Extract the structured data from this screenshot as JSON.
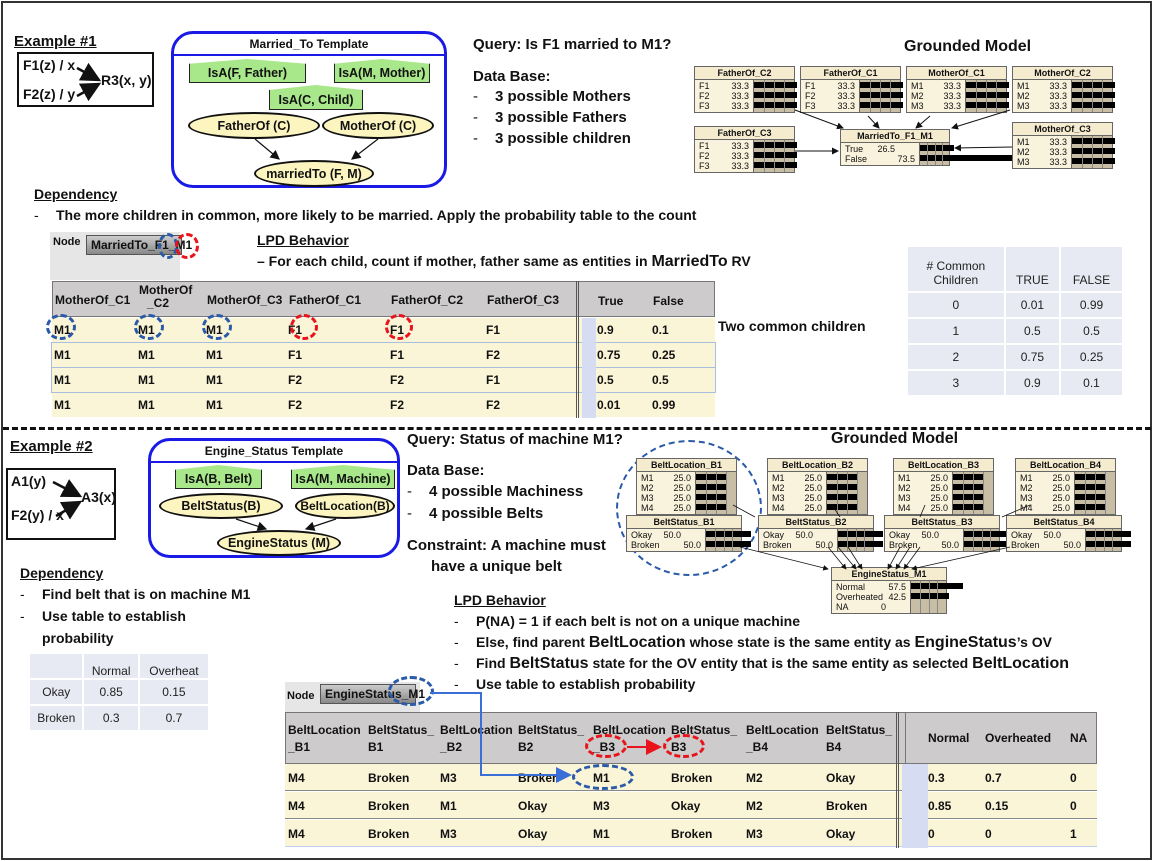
{
  "example1": {
    "heading": "Example #1",
    "formula": {
      "line1": "F1(z) / x",
      "line2": "F2(z) / y",
      "result": "R3(x, y)"
    },
    "template": {
      "title": "Married_To Template",
      "isa": [
        "IsA(F, Father)",
        "IsA(M, Mother)",
        "IsA(C, Child)"
      ],
      "nodes": [
        "FatherOf (C)",
        "MotherOf (C)",
        "marriedTo (F, M)"
      ]
    },
    "query": "Query:  Is F1 married to M1?",
    "database": {
      "title": "Data Base:",
      "items": [
        "3 possible Mothers",
        "3 possible Fathers",
        "3 possible children"
      ]
    },
    "grounded": {
      "title": "Grounded Model",
      "nodes": [
        {
          "name": "FatherOf_C2",
          "states": [
            [
              "F1",
              "33.3",
              0.333
            ],
            [
              "F2",
              "33.3",
              0.333
            ],
            [
              "F3",
              "33.3",
              0.333
            ]
          ]
        },
        {
          "name": "FatherOf_C1",
          "states": [
            [
              "F1",
              "33.3",
              0.333
            ],
            [
              "F2",
              "33.3",
              0.333
            ],
            [
              "F3",
              "33.3",
              0.333
            ]
          ]
        },
        {
          "name": "MotherOf_C1",
          "states": [
            [
              "M1",
              "33.3",
              0.333
            ],
            [
              "M2",
              "33.3",
              0.333
            ],
            [
              "M3",
              "33.3",
              0.333
            ]
          ]
        },
        {
          "name": "MotherOf_C2",
          "states": [
            [
              "M1",
              "33.3",
              0.333
            ],
            [
              "M2",
              "33.3",
              0.333
            ],
            [
              "M3",
              "33.3",
              0.333
            ]
          ]
        },
        {
          "name": "FatherOf_C3",
          "states": [
            [
              "F1",
              "33.3",
              0.333
            ],
            [
              "F2",
              "33.3",
              0.333
            ],
            [
              "F3",
              "33.3",
              0.333
            ]
          ]
        },
        {
          "name": "MarriedTo_F1_M1",
          "states": [
            [
              "True",
              "26.5",
              0.265
            ],
            [
              "False",
              "73.5",
              0.735
            ]
          ]
        },
        {
          "name": "MotherOf_C3",
          "states": [
            [
              "M1",
              "33.3",
              0.333
            ],
            [
              "M2",
              "33.3",
              0.333
            ],
            [
              "M3",
              "33.3",
              0.333
            ]
          ]
        }
      ]
    },
    "dependency": {
      "heading": "Dependency",
      "text": "The more children in common, more likely to be married.   Apply the probability table to the count"
    },
    "node_label": "Node",
    "node_button": "MarriedTo_F1_M1",
    "node_button_parts": [
      "MarriedTo",
      "F1",
      "M1"
    ],
    "lpd": {
      "heading": "LPD Behavior",
      "text_prefix": "– For each child, count if mother, father same as entities in ",
      "text_emph": "MarriedTo",
      "text_suffix": " RV",
      "columns": [
        "MotherOf_C1",
        "MotherOf\n_C2",
        "MotherOf_C3",
        "FatherOf_C1",
        "FatherOf_C2",
        "FatherOf_C3"
      ],
      "col_c2_line1": "MotherOf",
      "col_c2_line2": "_C2",
      "prob_columns": [
        "True",
        "False"
      ],
      "rows": [
        {
          "cells": [
            "M1",
            "M1",
            "M1",
            "F1",
            "F1",
            "F1"
          ],
          "probs": [
            "0.9",
            "0.1"
          ]
        },
        {
          "cells": [
            "M1",
            "M1",
            "M1",
            "F1",
            "F1",
            "F2"
          ],
          "probs": [
            "0.75",
            "0.25"
          ]
        },
        {
          "cells": [
            "M1",
            "M1",
            "M1",
            "F2",
            "F2",
            "F1"
          ],
          "probs": [
            "0.5",
            "0.5"
          ]
        },
        {
          "cells": [
            "M1",
            "M1",
            "M1",
            "F2",
            "F2",
            "F2"
          ],
          "probs": [
            "0.01",
            "0.99"
          ]
        }
      ],
      "annotation": "Two common children"
    },
    "count_table": {
      "headers": [
        "# Common\nChildren",
        "TRUE",
        "FALSE"
      ],
      "header_line1": "# Common",
      "header_line2": "Children",
      "rows": [
        [
          "0",
          "0.01",
          "0.99"
        ],
        [
          "1",
          "0.5",
          "0.5"
        ],
        [
          "2",
          "0.75",
          "0.25"
        ],
        [
          "3",
          "0.9",
          "0.1"
        ]
      ]
    }
  },
  "example2": {
    "heading": "Example #2",
    "formula": {
      "line1": "A1(y)",
      "line2": "F2(y) / x",
      "result": "A3(x)"
    },
    "template": {
      "title": "Engine_Status Template",
      "isa": [
        "IsA(B, Belt)",
        "IsA(M, Machine)"
      ],
      "nodes": [
        "BeltStatus(B)",
        "BeltLocation(B)",
        "EngineStatus (M)"
      ]
    },
    "query": "Query:  Status of machine M1?",
    "database": {
      "title": "Data Base:",
      "items": [
        "4 possible Machiness",
        "4 possible Belts"
      ]
    },
    "constraint": {
      "line1": "Constraint:  A machine must",
      "line2": "have a unique belt"
    },
    "grounded": {
      "title": "Grounded Model",
      "locations": [
        {
          "name": "BeltLocation_B1",
          "states": [
            [
              "M1",
              "25.0",
              0.25
            ],
            [
              "M2",
              "25.0",
              0.25
            ],
            [
              "M3",
              "25.0",
              0.25
            ],
            [
              "M4",
              "25.0",
              0.25
            ]
          ]
        },
        {
          "name": "BeltLocation_B2",
          "states": [
            [
              "M1",
              "25.0",
              0.25
            ],
            [
              "M2",
              "25.0",
              0.25
            ],
            [
              "M3",
              "25.0",
              0.25
            ],
            [
              "M4",
              "25.0",
              0.25
            ]
          ]
        },
        {
          "name": "BeltLocation_B3",
          "states": [
            [
              "M1",
              "25.0",
              0.25
            ],
            [
              "M2",
              "25.0",
              0.25
            ],
            [
              "M3",
              "25.0",
              0.25
            ],
            [
              "M4",
              "25.0",
              0.25
            ]
          ]
        },
        {
          "name": "BeltLocation_B4",
          "states": [
            [
              "M1",
              "25.0",
              0.25
            ],
            [
              "M2",
              "25.0",
              0.25
            ],
            [
              "M3",
              "25.0",
              0.25
            ],
            [
              "M4",
              "25.0",
              0.25
            ]
          ]
        }
      ],
      "statuses": [
        {
          "name": "BeltStatus_B1",
          "states": [
            [
              "Okay",
              "50.0",
              0.5
            ],
            [
              "Broken",
              "50.0",
              0.5
            ]
          ]
        },
        {
          "name": "BeltStatus_B2",
          "states": [
            [
              "Okay",
              "50.0",
              0.5
            ],
            [
              "Broken",
              "50.0",
              0.5
            ]
          ]
        },
        {
          "name": "BeltStatus_B3",
          "states": [
            [
              "Okay",
              "50.0",
              0.5
            ],
            [
              "Broken",
              "50.0",
              0.5
            ]
          ]
        },
        {
          "name": "BeltStatus_B4",
          "states": [
            [
              "Okay",
              "50.0",
              0.5
            ],
            [
              "Broken",
              "50.0",
              0.5
            ]
          ]
        }
      ],
      "engine": {
        "name": "EngineStatus_M1",
        "states": [
          [
            "Normal",
            "57.5",
            0.575
          ],
          [
            "Overheated",
            "42.5",
            0.425
          ],
          [
            "NA",
            "0",
            0
          ]
        ]
      }
    },
    "dependency": {
      "heading": "Dependency",
      "items": [
        "Find belt that is on machine M1",
        "Use table to establish",
        "probability"
      ]
    },
    "status_table": {
      "headers": [
        "",
        "Normal",
        "Overheat"
      ],
      "rows": [
        [
          "Okay",
          "0.85",
          "0.15"
        ],
        [
          "Broken",
          "0.3",
          "0.7"
        ]
      ]
    },
    "lpd": {
      "heading": "LPD Behavior",
      "items": [
        {
          "plain": "P(NA) = 1 if each belt is not on a unique machine"
        },
        {
          "pre": "Else, find parent ",
          "emph": "BeltLocation",
          "mid": " whose state is the same entity as ",
          "emph2": "EngineStatus",
          "post": "’s OV"
        },
        {
          "pre": "Find ",
          "emph": "BeltStatus",
          "mid": " state for the OV entity that is the same entity as selected ",
          "emph2": "BeltLocation",
          "post": ""
        },
        {
          "plain": "Use table to establish probability"
        }
      ],
      "columns": [
        [
          "BeltLocation",
          "_B1"
        ],
        [
          "BeltStatus_",
          "B1"
        ],
        [
          "BeltLocation",
          "_B2"
        ],
        [
          "BeltStatus_",
          "B2"
        ],
        [
          "BeltLocation",
          "_B3"
        ],
        [
          "BeltStatus_",
          "B3"
        ],
        [
          "BeltLocation",
          "_B4"
        ],
        [
          "BeltStatus_",
          "B4"
        ]
      ],
      "prob_columns": [
        "Normal",
        "Overheated",
        "NA"
      ],
      "rows": [
        {
          "cells": [
            "M4",
            "Broken",
            "M3",
            "Broken",
            "M1",
            "Broken",
            "M2",
            "Okay"
          ],
          "probs": [
            "0.3",
            "0.7",
            "0"
          ]
        },
        {
          "cells": [
            "M4",
            "Broken",
            "M1",
            "Okay",
            "M3",
            "Okay",
            "M2",
            "Broken"
          ],
          "probs": [
            "0.85",
            "0.15",
            "0"
          ]
        },
        {
          "cells": [
            "M4",
            "Broken",
            "M3",
            "Okay",
            "M1",
            "Broken",
            "M3",
            "Okay"
          ],
          "probs": [
            "0",
            "0",
            "1"
          ]
        }
      ]
    },
    "node_label": "Node",
    "node_button": "EngineStatus_M1"
  },
  "colors": {
    "template_border": "#1a1ae6",
    "isa_fill": "#a8e88a",
    "oval_fill": "#fdf5c0",
    "ring_blue": "#2a5aa8",
    "ring_red": "#e8131b",
    "row_fill": "#fbf5d8",
    "header_fill": "#cdcbcc"
  }
}
